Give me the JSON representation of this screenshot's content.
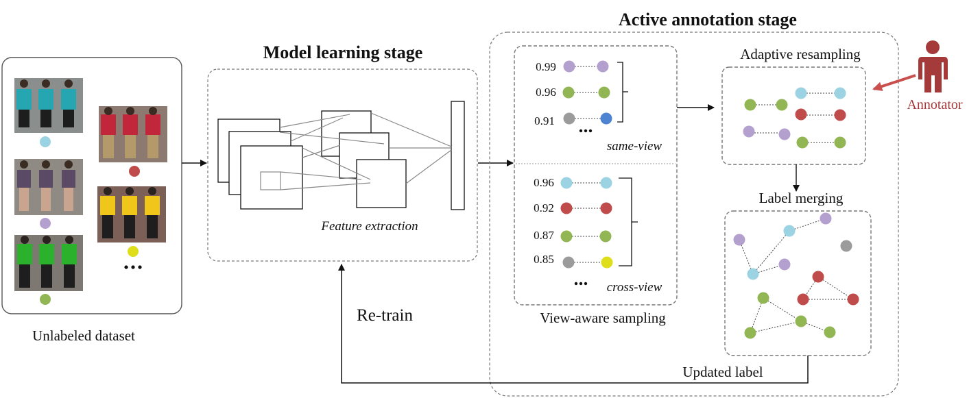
{
  "stages": {
    "model_learning": "Model learning stage",
    "active_annotation": "Active annotation stage"
  },
  "labels": {
    "unlabeled_dataset": "Unlabeled dataset",
    "feature_extraction": "Feature extraction",
    "re_train": "Re-train",
    "view_aware_sampling": "View-aware sampling",
    "adaptive_resampling": "Adaptive resampling",
    "label_merging": "Label merging",
    "updated_label": "Updated label",
    "annotator": "Annotator",
    "same_view": "same-view",
    "cross_view": "cross-view",
    "ellipsis": "..."
  },
  "same_view_pairs": [
    {
      "score": "0.99",
      "left": "purple",
      "right": "purple"
    },
    {
      "score": "0.96",
      "left": "green",
      "right": "green"
    },
    {
      "score": "0.91",
      "left": "gray",
      "right": "blue"
    }
  ],
  "cross_view_pairs": [
    {
      "score": "0.96",
      "left": "cyan",
      "right": "cyan"
    },
    {
      "score": "0.92",
      "left": "red",
      "right": "red"
    },
    {
      "score": "0.87",
      "left": "green",
      "right": "green"
    },
    {
      "score": "0.85",
      "left": "gray",
      "right": "yellow"
    }
  ],
  "identity_colors": [
    "cyan",
    "red",
    "purple",
    "yellow",
    "green"
  ],
  "colors": {
    "purple": "#b4a0cf",
    "green": "#91b653",
    "gray": "#9b9b9b",
    "blue": "#4d83d1",
    "cyan": "#9bd3e3",
    "red": "#bf4b4b",
    "yellow": "#dede1a",
    "annotator": "#a43a3a",
    "box_border": "#777777"
  }
}
